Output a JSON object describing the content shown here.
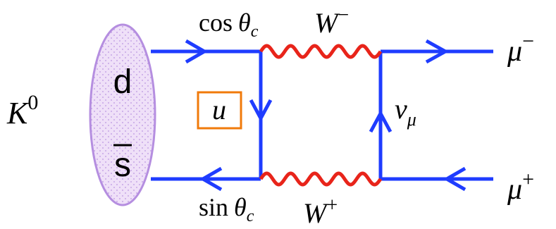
{
  "diagram": {
    "meson_label": "K",
    "meson_sup": "0",
    "quark_top": "d",
    "quark_bottom": "s",
    "internal_quark": "u",
    "top_coupling": "cos",
    "top_angle": "θ",
    "top_angle_sub": "c",
    "bottom_coupling": "sin",
    "bottom_angle": "θ",
    "bottom_angle_sub": "c",
    "boson_top": "W",
    "boson_top_sup": "−",
    "boson_bottom": "W",
    "boson_bottom_sup": "+",
    "neutrino": "ν",
    "neutrino_sub": "μ",
    "lepton_top": "μ",
    "lepton_top_sup": "−",
    "lepton_bottom": "μ",
    "lepton_bottom_sup": "+"
  },
  "colors": {
    "fermion": "#1f3cff",
    "boson": "#e8241a",
    "meson_fill": "#ead7f5",
    "meson_stroke": "#b58ee0",
    "quark_box": "#f07a0a"
  }
}
